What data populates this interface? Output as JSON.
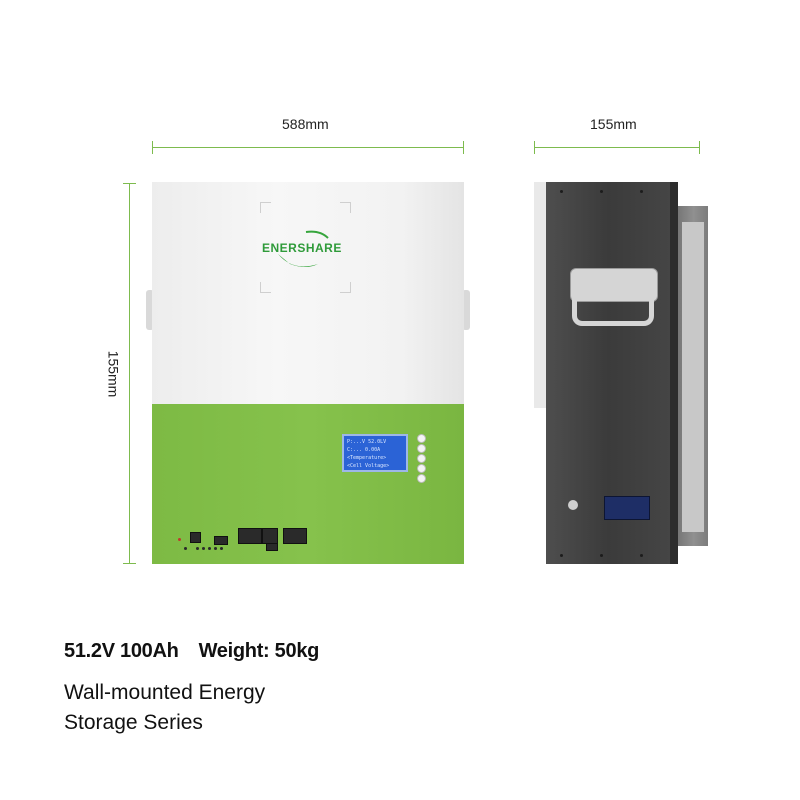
{
  "dimensions": {
    "front_width": "588mm",
    "side_depth": "155mm",
    "front_height": "155mm"
  },
  "brand": {
    "logo_text": "ENERSHARE"
  },
  "lcd": {
    "lines": [
      "P:...V   52.0LV",
      "C:...     0.00A",
      "<Temperature>",
      "<Cell Voltage>"
    ]
  },
  "specs": {
    "capacity": "51.2V 100Ah",
    "weight": "Weight: 50kg"
  },
  "series": {
    "line1": "Wall-mounted Energy",
    "line2": "Storage Series"
  },
  "colors": {
    "accent_green": "#7dbb4e",
    "battery_green": "#82bf48",
    "lcd_blue": "#2b63d6",
    "side_gray": "#444444"
  }
}
